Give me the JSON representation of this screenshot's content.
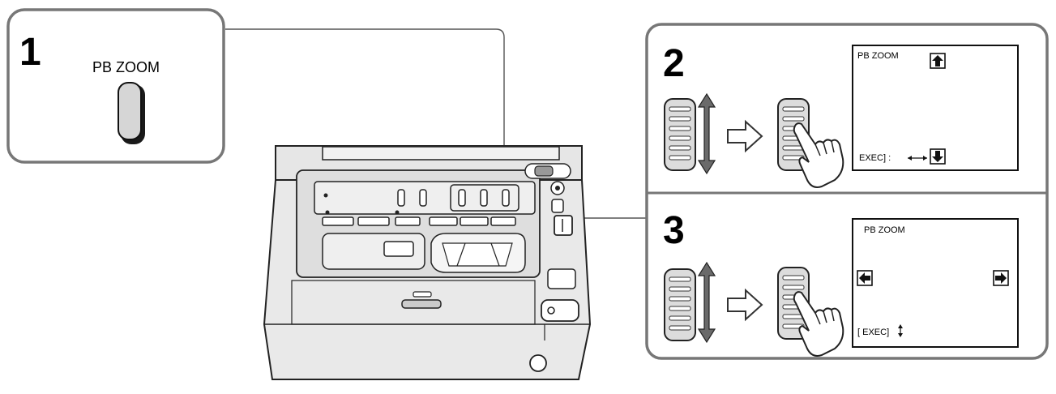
{
  "step1": {
    "number": "1",
    "button_label": "PB ZOOM"
  },
  "step2": {
    "number": "2",
    "screen": {
      "title": "PB ZOOM",
      "exec_label": "EXEC] :"
    }
  },
  "step3": {
    "number": "3",
    "screen": {
      "title": "PB ZOOM",
      "exec_label": "[ EXEC]"
    }
  },
  "icons": [
    "scroll-dial-icon",
    "outline-arrow-right-icon",
    "pressing-hand-icon",
    "up-arrow-icon",
    "down-arrow-icon",
    "left-arrow-icon",
    "right-arrow-icon",
    "double-headed-arrow-icon"
  ],
  "colors": {
    "line": "#1a1a1a",
    "panel_border": "#555555",
    "device_fill": "#e8e8e8",
    "device_dark": "#cfcfcf"
  }
}
